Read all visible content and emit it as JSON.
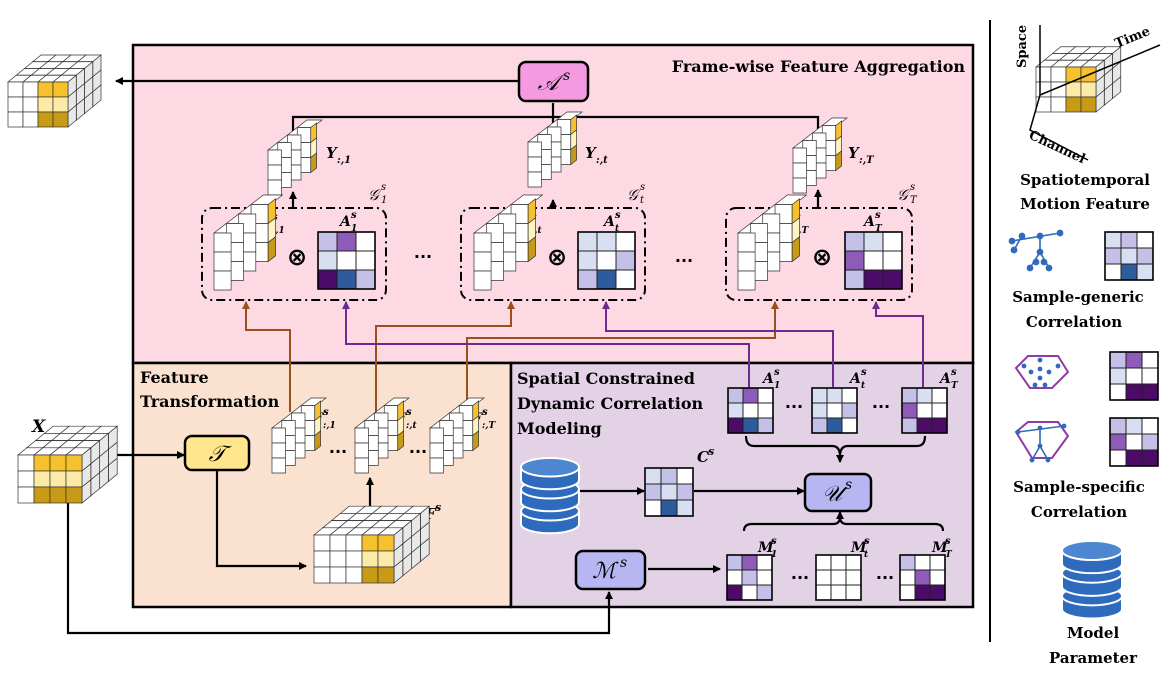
{
  "colors": {
    "aggregation_bg": "#fcd9e3",
    "transformation_bg": "#fbe1cf",
    "correlation_bg": "#e3d1e6",
    "cube_gold_dark": "#c89b16",
    "cube_gold_light": "#fbeaa8",
    "cube_yellow": "#f6c12c",
    "matrix_dark": "#4b0b66",
    "matrix_mid": "#8e5bb8",
    "matrix_light": "#c4c0e8",
    "matrix_blue": "#2d5b9c",
    "matrix_pale": "#d7dff0",
    "op_pink": "#f49ae0",
    "op_yellow": "#ffe58c",
    "op_lavender": "#b7b5f2",
    "db_blue": "#2f6bbd",
    "arrow_brown": "#9c4f1c",
    "arrow_purple": "#6e2a90"
  },
  "sections": {
    "aggregation_title": "Frame-wise Feature Aggregation",
    "transformation_title_line1": "Feature",
    "transformation_title_line2": "Transformation",
    "correlation_title_line1": "Spatial Constrained",
    "correlation_title_line2": "Dynamic Correlation",
    "correlation_title_line3": "Modeling"
  },
  "operators": {
    "aggregation": "𝒜",
    "aggregation_sup": "s",
    "transform": "𝒯",
    "update": "𝒰",
    "update_sup": "s",
    "mask": "ℳ",
    "mask_sup": "s",
    "tensor_product": "⊗"
  },
  "labels": {
    "input": "X",
    "transformed": "F",
    "transformed_sup": "s",
    "y1": "Y",
    "y1_sub": ":,1",
    "yt": "Y",
    "yt_sub": ":,t",
    "yT": "Y",
    "yT_sub": ":,T",
    "g1": "𝒢",
    "g1_sub": "1",
    "gt": "𝒢",
    "gt_sub": "t",
    "gT": "𝒢",
    "gT_sub": "T",
    "g_sup": "s",
    "f1": "F",
    "f1_sub": ":,1",
    "ft": "F",
    "ft_sub": ":,t",
    "fT": "F",
    "fT_sub": ":,T",
    "f_sup": "s",
    "a1": "A",
    "a1_sub": "1",
    "at": "A",
    "at_sub": "t",
    "aT": "A",
    "aT_sub": "T",
    "a_sup": "s",
    "c": "C",
    "c_sup": "s",
    "m1": "M",
    "m1_sub": "1",
    "mt": "M",
    "mt_sub": "t",
    "mT": "M",
    "mT_sub": "T",
    "m_sup": "s",
    "ellipsis": "···"
  },
  "legend": {
    "axis_space": "Space",
    "axis_time": "Time",
    "axis_channel": "Channel",
    "feature_line1": "Spatiotemporal",
    "feature_line2": "Motion Feature",
    "generic_line1": "Sample-generic",
    "generic_line2": "Correlation",
    "specific_line1": "Sample-specific",
    "specific_line2": "Correlation",
    "param_line1": "Model",
    "param_line2": "Parameter"
  }
}
